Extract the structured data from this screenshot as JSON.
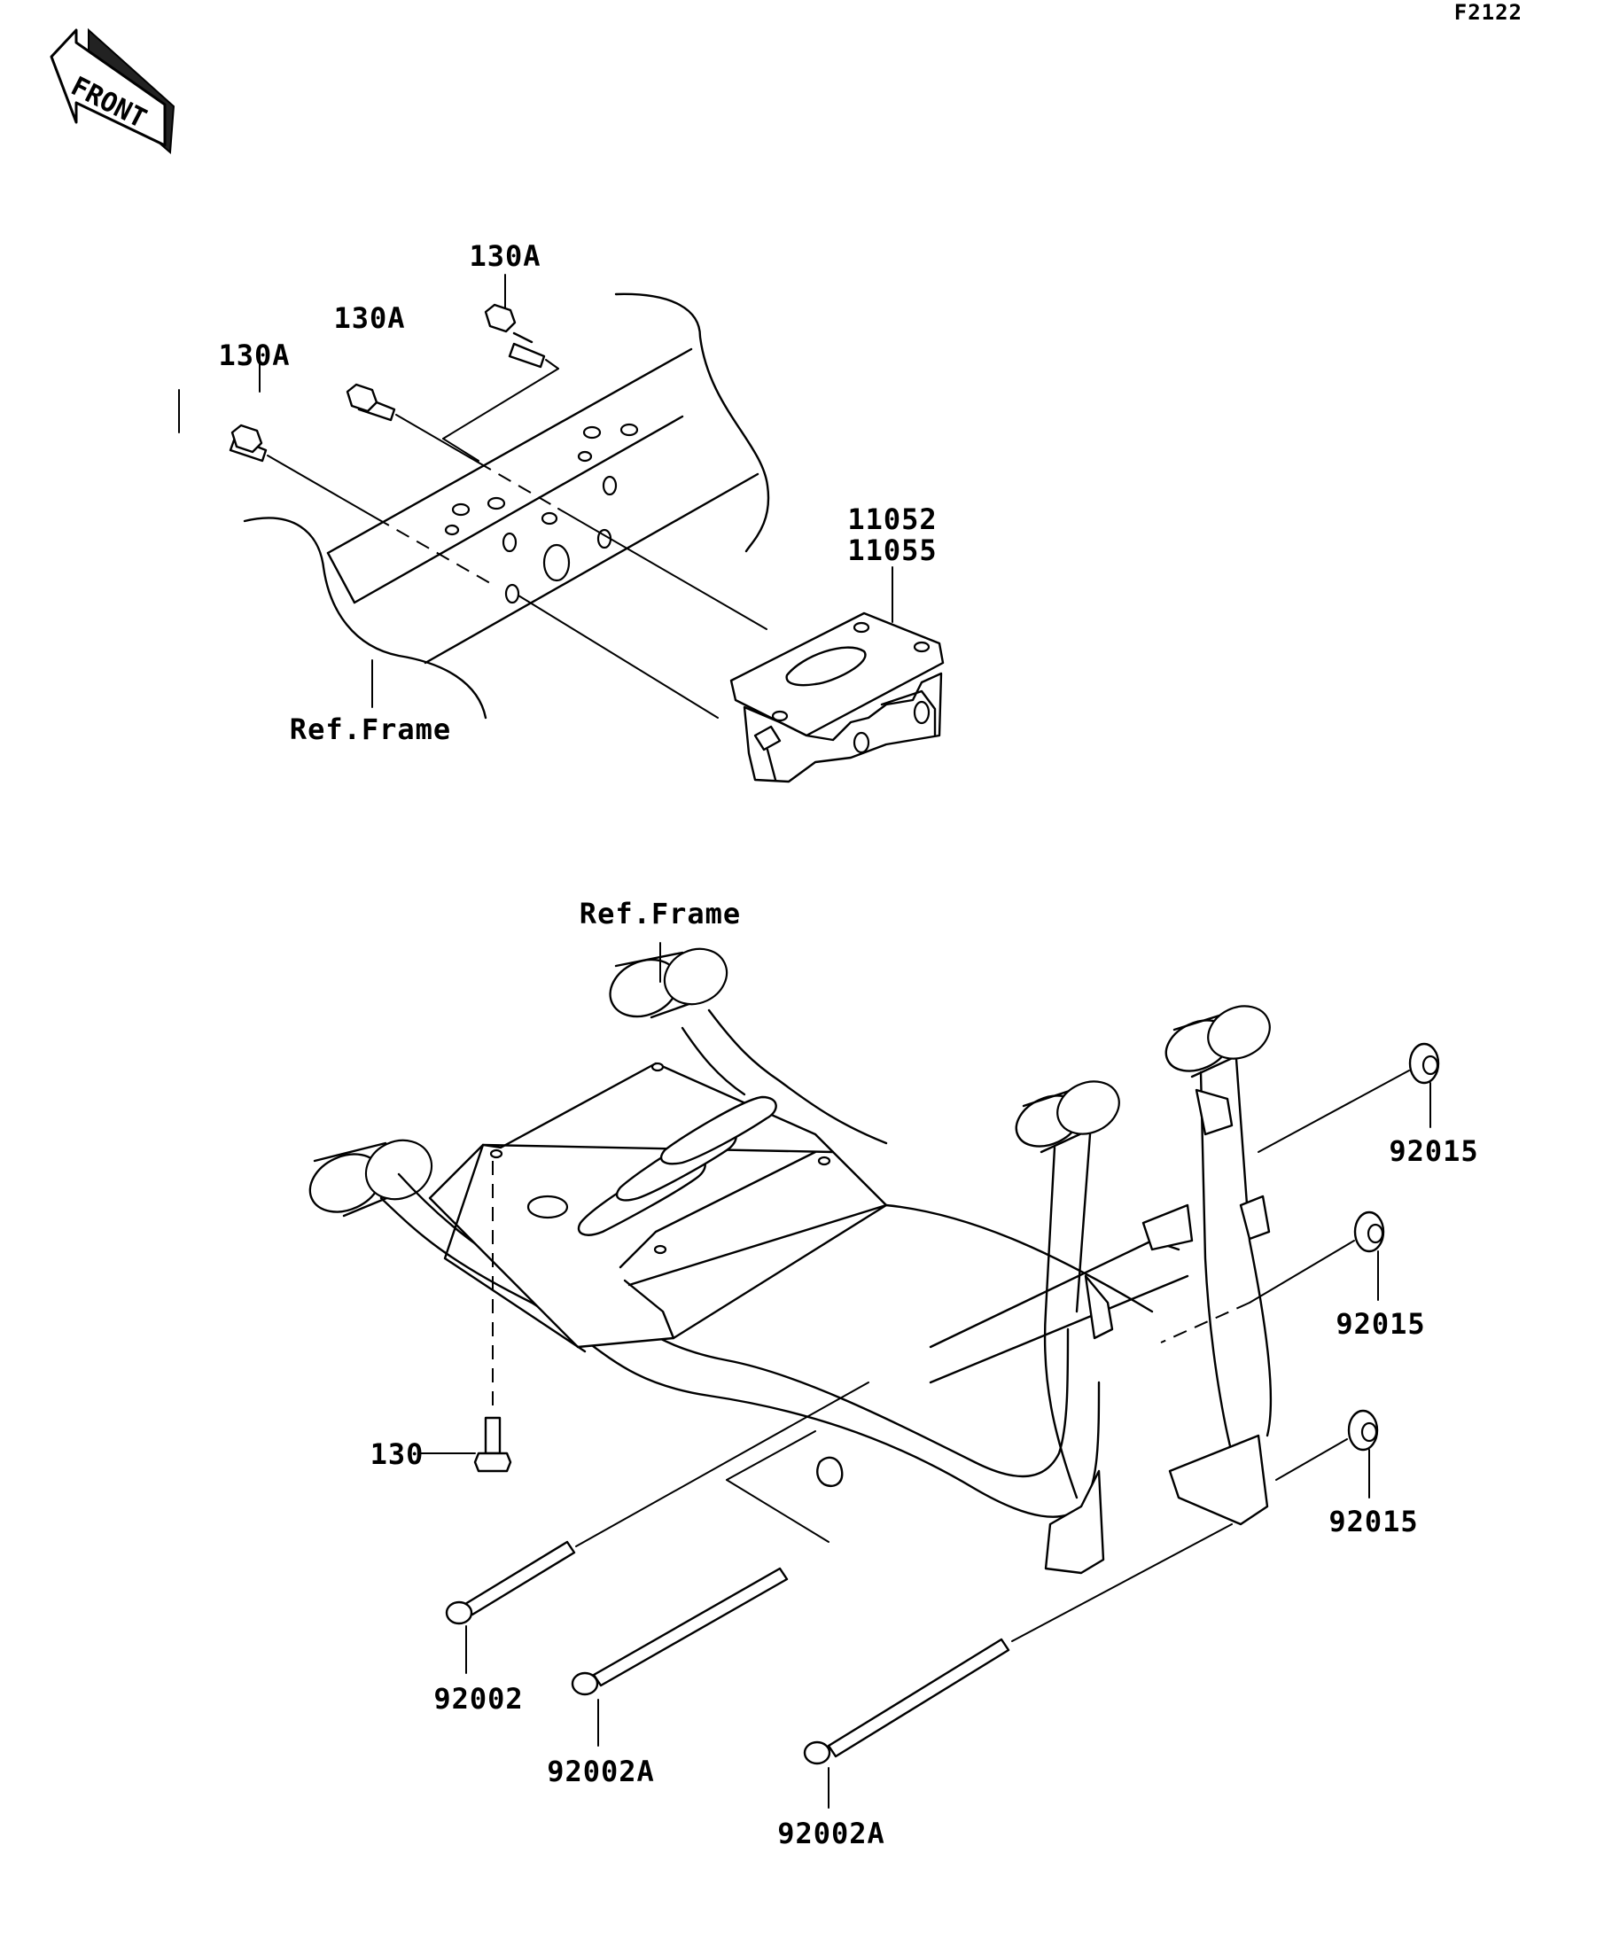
{
  "figure_code": "F2122",
  "front_label": "FRONT",
  "colors": {
    "ink": "#000000",
    "paper": "#ffffff"
  },
  "labels": {
    "upper_bolt_1": "130A",
    "upper_bolt_2": "130A",
    "upper_bolt_3": "130A",
    "bracket_part_1": "11052",
    "bracket_part_2": "11055",
    "ref_frame_upper": "Ref.Frame",
    "ref_frame_lower": "Ref.Frame",
    "nut_1": "92015",
    "nut_2": "92015",
    "nut_3": "92015",
    "bolt_130": "130",
    "bolt_92002": "92002",
    "bolt_92002a_1": "92002A",
    "bolt_92002a_2": "92002A"
  }
}
